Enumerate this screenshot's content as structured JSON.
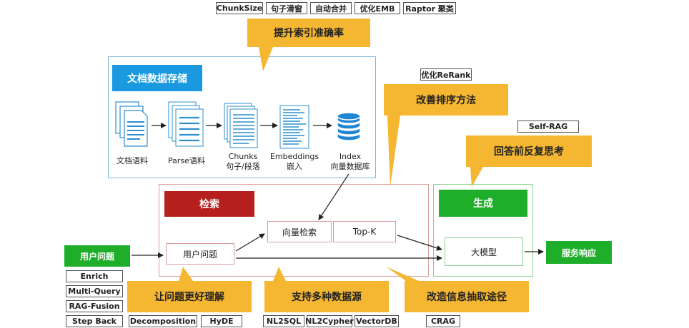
{
  "top_tags": [
    "ChunkSize",
    "句子滑窗",
    "自动合并",
    "优化EMB",
    "Raptor 聚类"
  ],
  "callouts": {
    "index_accuracy": "提升索引准确率",
    "rerank": "改善排序方法",
    "reflect": "回答前反复思考",
    "query": "让问题更好理解",
    "datasource": "支持多种数据源",
    "extract": "改造信息抽取途径"
  },
  "storage": {
    "header": "文档数据存储",
    "steps": [
      {
        "line1": "文档语料",
        "line2": ""
      },
      {
        "line1": "Parse语料",
        "line2": ""
      },
      {
        "line1": "Chunks",
        "line2": "句子/段落"
      },
      {
        "line1": "Embeddings",
        "line2": "嵌入"
      },
      {
        "line1": "Index",
        "line2": "向量数据库"
      }
    ]
  },
  "retrieval": {
    "header": "检索",
    "user_question": "用户问题",
    "vector_search": "向量检索",
    "topk": "Top-K"
  },
  "generation": {
    "header": "生成",
    "llm": "大模型"
  },
  "input_label": "用户问题",
  "output_label": "服务响应",
  "tags": {
    "rerank": "优化ReRank",
    "selfrag": "Self-RAG",
    "crag": "CRAG",
    "query": [
      "Enrich",
      "Multi-Query",
      "RAG-Fusion",
      "Step Back"
    ],
    "decomposition": "Decomposition",
    "hyde": "HyDE",
    "sources": [
      "NL2SQL",
      "NL2Cypher",
      "VectorDB"
    ]
  },
  "colors": {
    "callout": "#f5b731",
    "storage_header": "#1a98e0",
    "retrieval_header": "#b5201e",
    "generation_header": "#1fae2a",
    "storage_border": "#7fb6d6",
    "retrieval_border": "#d99c9c",
    "generation_border": "#8cd08c"
  }
}
